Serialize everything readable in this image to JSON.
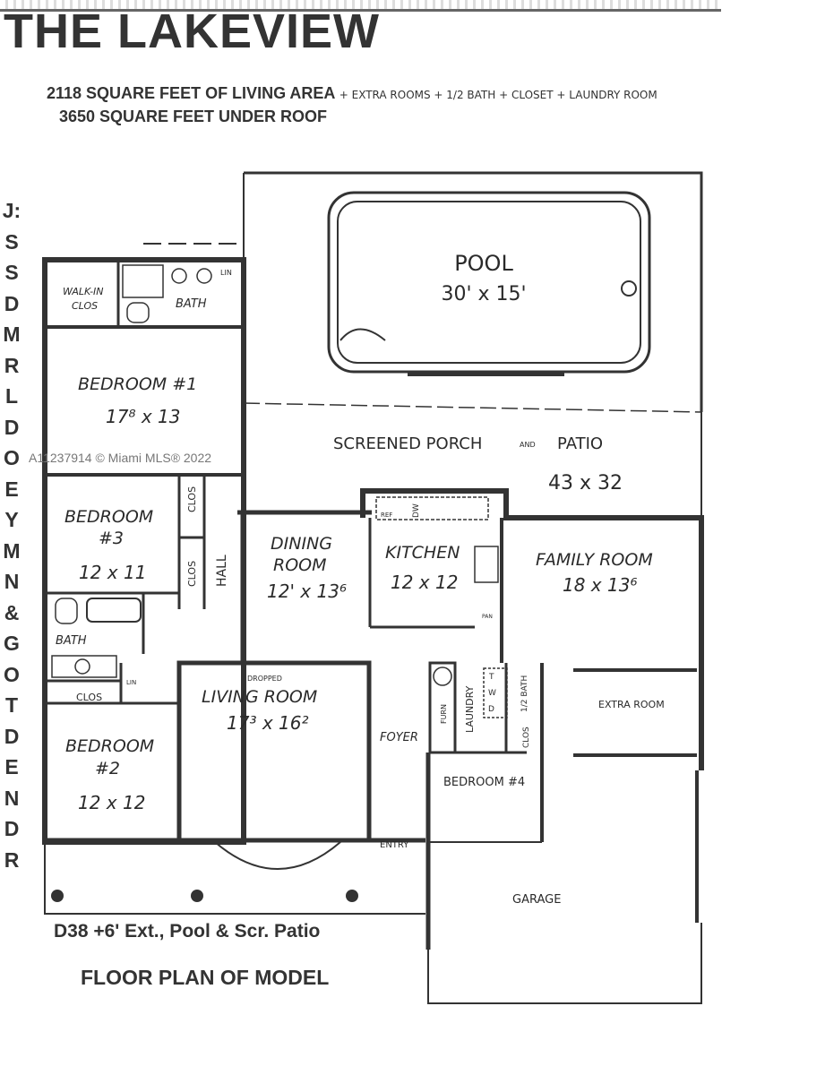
{
  "header": {
    "title": "THE LAKEVIEW",
    "line1": "2118 SQUARE FEET OF LIVING AREA",
    "line1_handwritten": "+ EXTRA ROOMS + 1/2 BATH + CLOSET + LAUNDRY ROOM",
    "line2": "3650 SQUARE FEET UNDER ROOF"
  },
  "side_letters": [
    "J:",
    "S",
    "S",
    "D",
    "M",
    "R",
    "L",
    "D",
    "O",
    "E",
    "Y",
    "M",
    "N",
    "&",
    "G",
    "O",
    "T",
    "D",
    "E",
    "N",
    "D",
    "R"
  ],
  "watermark": "A11237914 © Miami MLS® 2022",
  "rooms": {
    "pool": {
      "label": "POOL",
      "dim": "30' x 15'"
    },
    "porch": {
      "label": "SCREENED PORCH",
      "and": "AND",
      "label2": "PATIO",
      "dim": "43 x 32"
    },
    "walk_in": {
      "label": "WALK-IN",
      "label2": "CLOS"
    },
    "bath1": {
      "label": "BATH",
      "lin": "LIN"
    },
    "bedroom1": {
      "label": "BEDROOM #1",
      "dim": "17⁸ x 13"
    },
    "bedroom3": {
      "label": "BEDROOM",
      "label2": "#3",
      "dim": "12 x 11"
    },
    "clos_a": "CLOS",
    "clos_b": "CLOS",
    "hall": "HALL",
    "bath2": "BATH",
    "clos_c": "CLOS",
    "lin2": "LIN",
    "bedroom2": {
      "label": "BEDROOM",
      "label2": "#2",
      "dim": "12 x 12"
    },
    "dining": {
      "label": "DINING",
      "label2": "ROOM",
      "dim": "12' x 13⁶"
    },
    "kitchen": {
      "label": "KITCHEN",
      "dim": "12 x 12",
      "ref": "REF",
      "dw": "DW",
      "pan": "PAN"
    },
    "family": {
      "label": "FAMILY ROOM",
      "dim": "18 x 13⁶"
    },
    "living": {
      "note": "DROPPED",
      "label": "LIVING ROOM",
      "dim": "17³ x 16²"
    },
    "foyer": "FOYER",
    "entry": "ENTRY",
    "laundry": {
      "label": "LAUNDRY",
      "furn": "FURN",
      "t": "T",
      "w": "W",
      "d": "D"
    },
    "half_bath": "1/2 BATH",
    "clos_d": "CLOS",
    "extra": "EXTRA ROOM",
    "bedroom4": "BEDROOM #4",
    "garage": "GARAGE"
  },
  "footer": {
    "model": "D38  +6' Ext., Pool & Scr. Patio",
    "plan": "FLOOR PLAN OF MODEL"
  }
}
